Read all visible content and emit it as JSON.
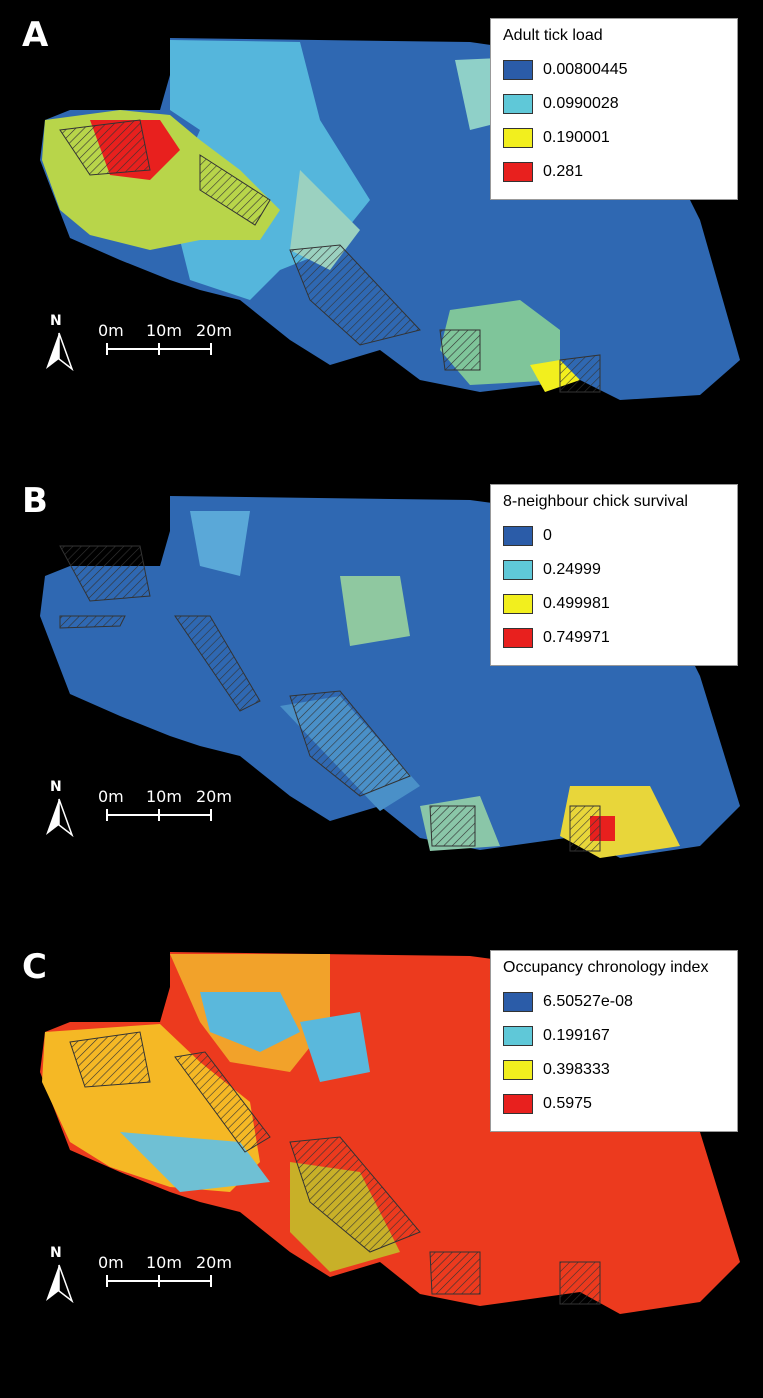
{
  "panels": [
    {
      "letter": "A",
      "legend_title": "Adult tick load",
      "legend": [
        {
          "label": "0.00800445",
          "color": "#2b5ca8"
        },
        {
          "label": "0.0990028",
          "color": "#5fc8d8"
        },
        {
          "label": "0.190001",
          "color": "#f2ef1e"
        },
        {
          "label": "0.281",
          "color": "#e8201e"
        }
      ]
    },
    {
      "letter": "B",
      "legend_title": "8-neighbour chick survival",
      "legend": [
        {
          "label": "0",
          "color": "#2b5ca8"
        },
        {
          "label": "0.24999",
          "color": "#5fc8d8"
        },
        {
          "label": "0.499981",
          "color": "#f2ef1e"
        },
        {
          "label": "0.749971",
          "color": "#e8201e"
        }
      ]
    },
    {
      "letter": "C",
      "legend_title": "Occupancy chronology index",
      "legend": [
        {
          "label": "6.50527e-08",
          "color": "#2b5ca8"
        },
        {
          "label": "0.199167",
          "color": "#5fc8d8"
        },
        {
          "label": "0.398333",
          "color": "#f2ef1e"
        },
        {
          "label": "0.5975",
          "color": "#e8201e"
        }
      ]
    }
  ],
  "scale": {
    "north": "N",
    "ticks": [
      "0m",
      "10m",
      "20m"
    ]
  }
}
